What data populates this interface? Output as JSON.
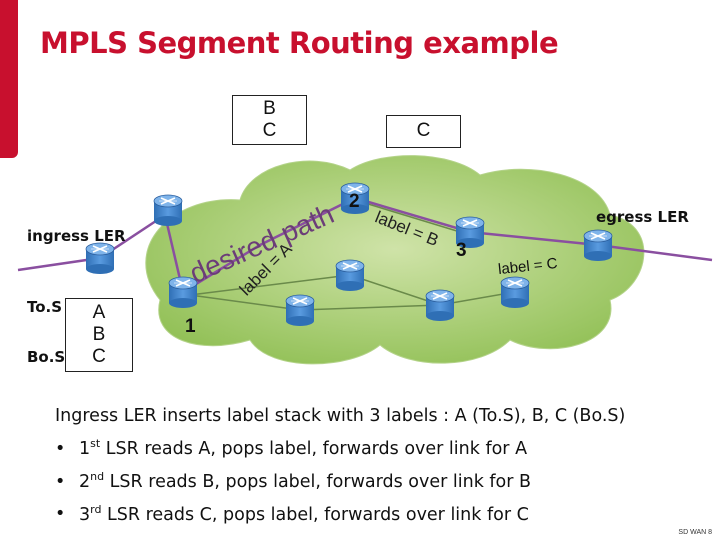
{
  "title": "MPLS Segment Routing example",
  "stacks": {
    "top_left": [
      "B",
      "C"
    ],
    "top_right": [
      "C"
    ],
    "ingress": [
      "A",
      "B",
      "C"
    ]
  },
  "labels": {
    "ingress_ler": "ingress LER",
    "egress_ler": "egress LER",
    "tos": "To.S",
    "bos": "Bo.S",
    "desired_path": "desired path",
    "label_a": "label = A",
    "label_b": "label = B",
    "label_c": "label = C",
    "node1": "1",
    "node2": "2",
    "node3": "3"
  },
  "description": {
    "intro": "Ingress LER inserts label stack with 3 labels : A (To.S), B, C (Bo.S)",
    "bullets": [
      {
        "ord": "1",
        "sup": "st",
        "text": " LSR reads A, pops label, forwards over link for A"
      },
      {
        "ord": "2",
        "sup": "nd",
        "text": " LSR reads B, pops label, forwards over link for B"
      },
      {
        "ord": "3",
        "sup": "rd",
        "text": " LSR reads C, pops label, forwards over link for C"
      }
    ]
  },
  "footer": "SD WAN 8",
  "colors": {
    "accent": "#c8102e",
    "cloud": "#a9cd72",
    "path": "#8a4fa0",
    "router": "#3a7cc4"
  }
}
